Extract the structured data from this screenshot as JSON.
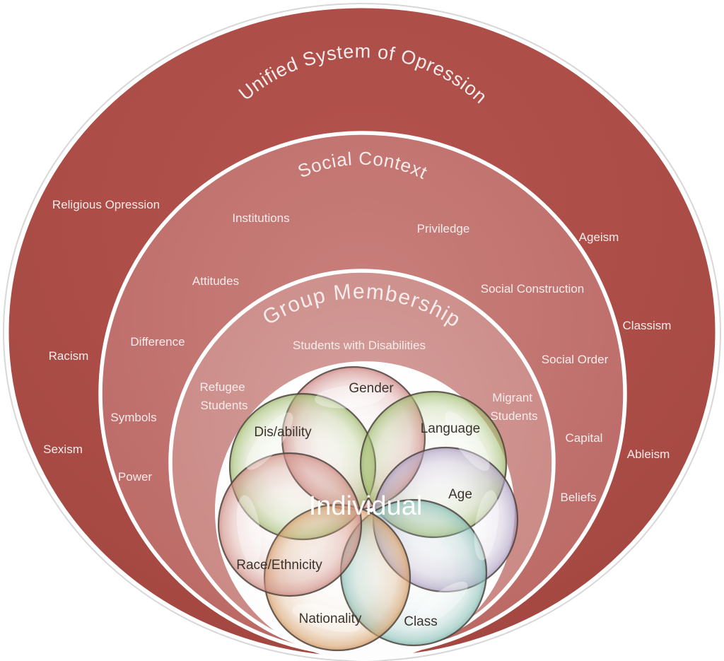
{
  "diagram_title": "Unified System of Opression",
  "rings": {
    "unified_system": {
      "title": "Unified System of Opression",
      "color": "#a84a44",
      "labels": [
        "Religious Opression",
        "Ageism",
        "Racism",
        "Classism",
        "Sexism",
        "Ableism"
      ]
    },
    "social_context": {
      "title": "Social Context",
      "color": "#c1736e",
      "labels": [
        "Institutions",
        "Priviledge",
        "Attitudes",
        "Social Construction",
        "Difference",
        "Social Order",
        "Symbols",
        "Capital",
        "Power",
        "Beliefs"
      ]
    },
    "group_membership": {
      "title": "Group Membership",
      "color": "#cb8c88",
      "labels": [
        "Students with Disabilities"
      ],
      "refugee_students": {
        "label": "Refugee Students",
        "lines": [
          "Refugee",
          "Students"
        ]
      },
      "migrant_students": {
        "label": "Migrant Students",
        "lines": [
          "Migrant",
          "Students"
        ]
      }
    },
    "individual": {
      "title": "Individual",
      "circles": [
        {
          "label": "Gender",
          "color": "#cf8a87"
        },
        {
          "label": "Dis/ability",
          "color": "#a8c178"
        },
        {
          "label": "Language",
          "color": "#a8c178"
        },
        {
          "label": "Age",
          "color": "#b4a6c6"
        },
        {
          "label": "Class",
          "color": "#8ec2ba"
        },
        {
          "label": "Nationality",
          "color": "#d8a470"
        },
        {
          "label": "Race/Ethnicity",
          "color": "#d2938a"
        }
      ]
    }
  },
  "palette": {
    "background": "#ffffff",
    "ring_outline": "#ffffff",
    "inner_circle": "#ffffff",
    "ring_label_text": "#f7eceb",
    "venn_label_text": "#3b332d",
    "venn_outline": "#4a413a"
  }
}
